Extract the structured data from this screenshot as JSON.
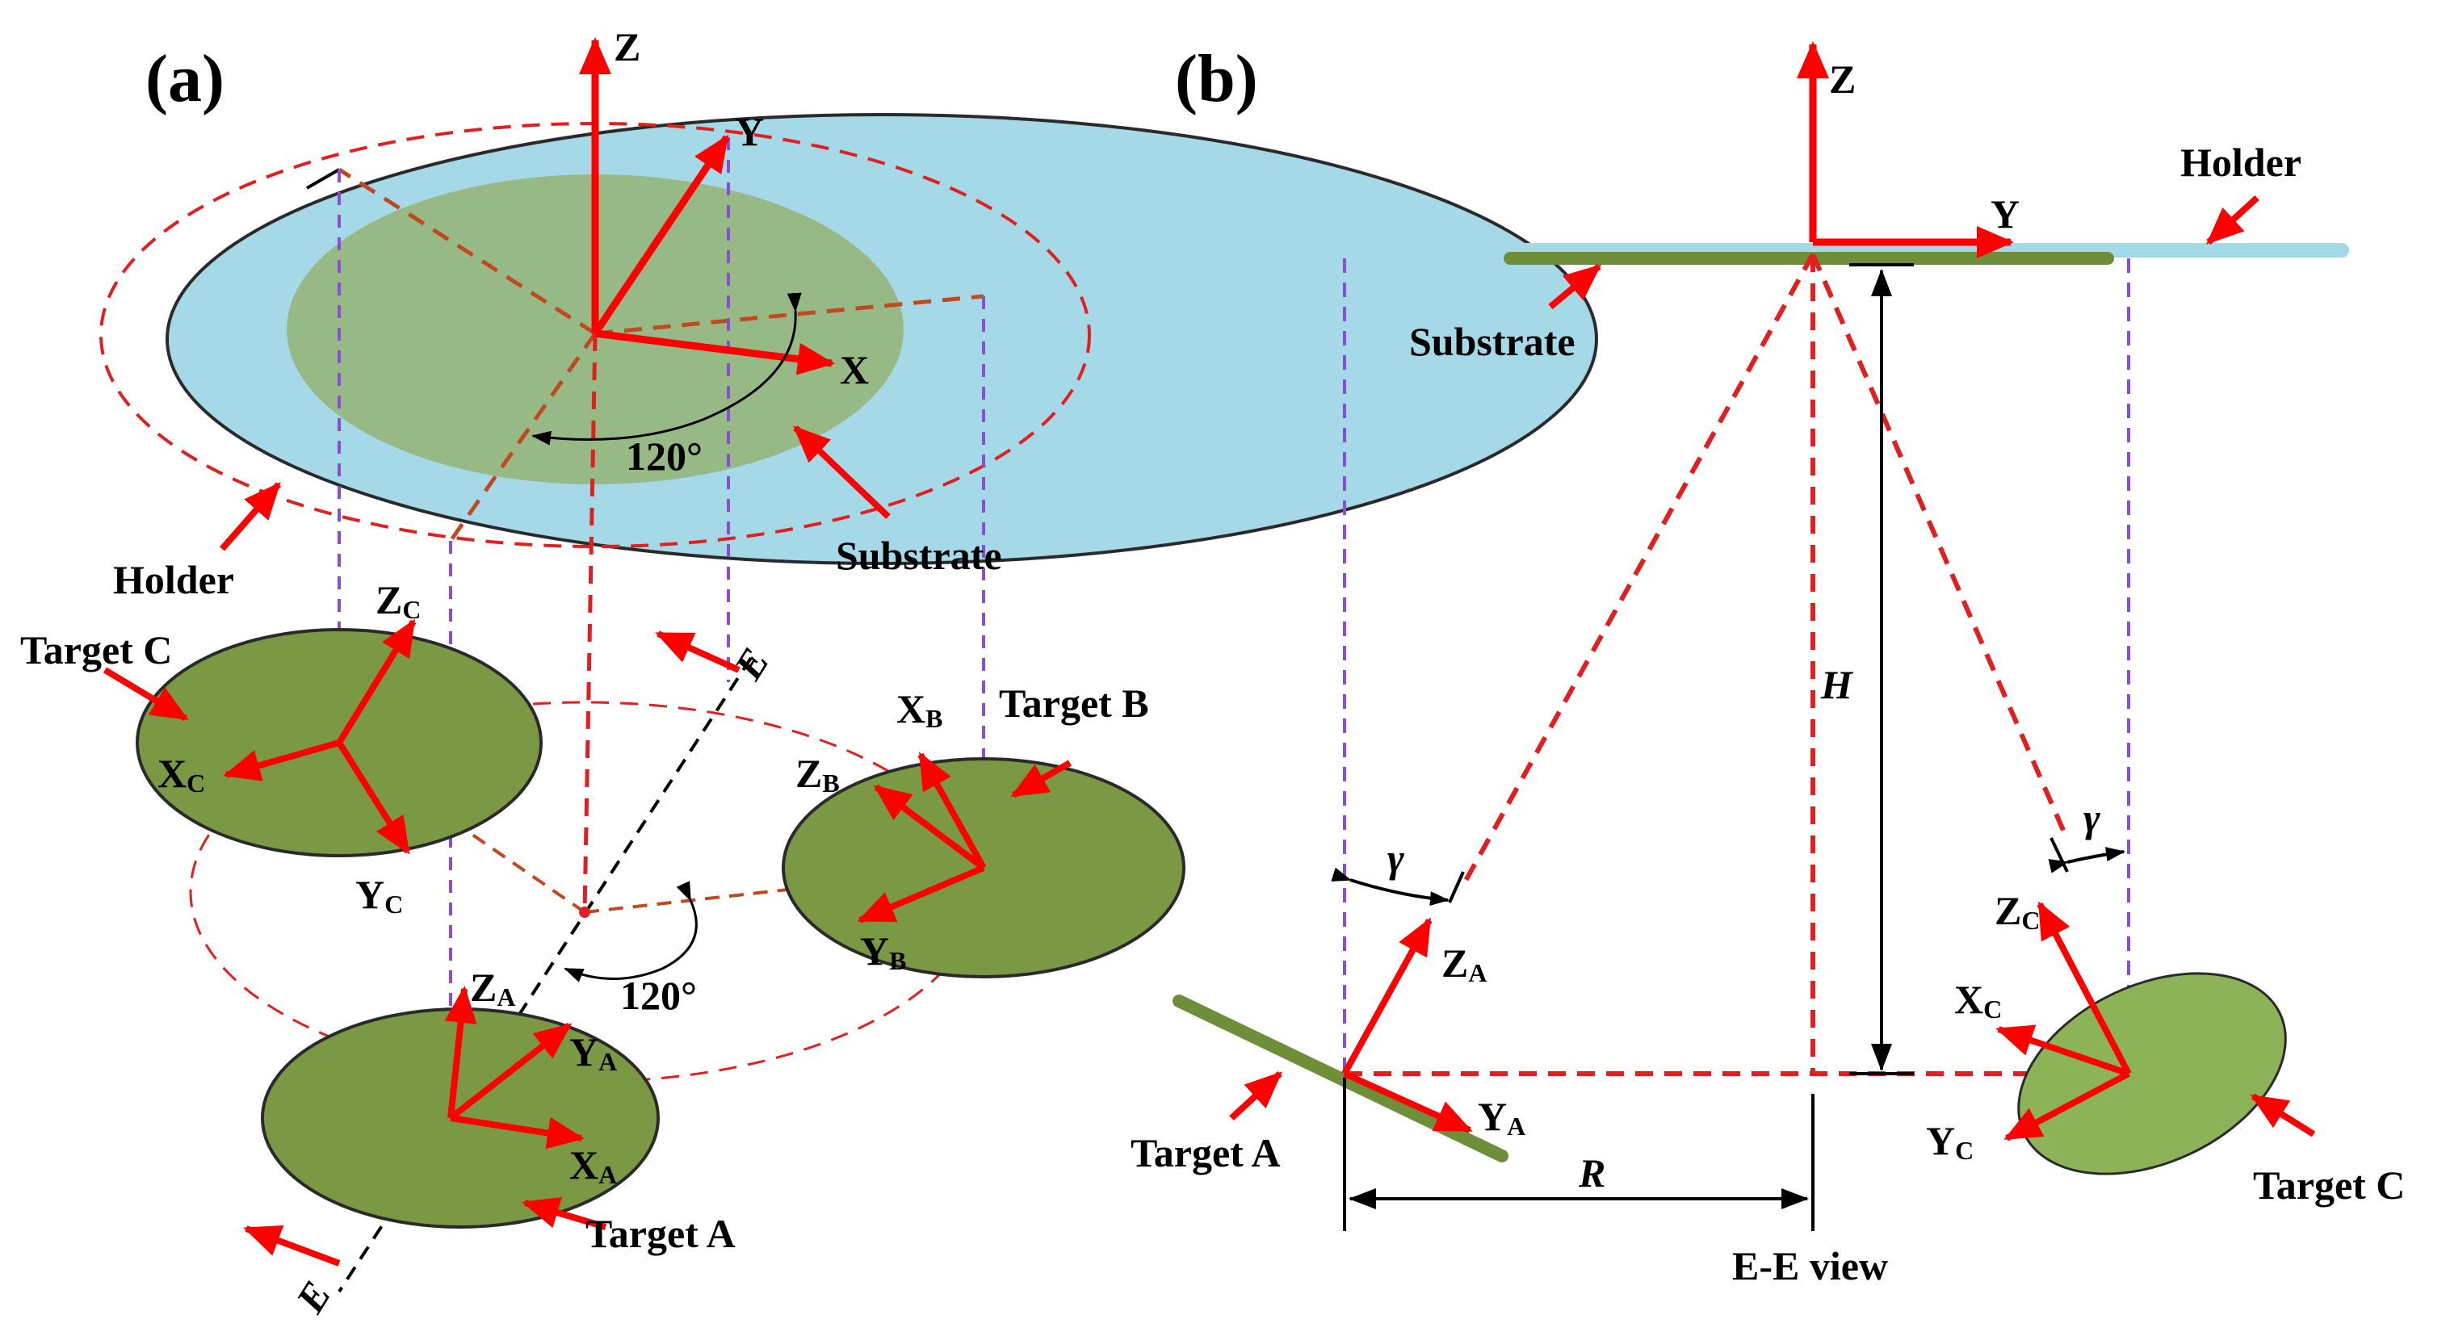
{
  "panel_a": {
    "label": "(a)",
    "axis_x": "X",
    "axis_y": "Y",
    "axis_z": "Z",
    "angle_top": "120°",
    "angle_bottom": "120°",
    "holder_label": "Holder",
    "substrate_label": "Substrate",
    "section_top": "E",
    "section_bottom": "E",
    "target_a": {
      "label": "Target A",
      "x": "X",
      "y": "Y",
      "z": "Z",
      "sub": "A"
    },
    "target_b": {
      "label": "Target B",
      "x": "X",
      "y": "Y",
      "z": "Z",
      "sub": "B"
    },
    "target_c": {
      "label": "Target C",
      "x": "X",
      "y": "Y",
      "z": "Z",
      "sub": "C"
    }
  },
  "panel_b": {
    "label": "(b)",
    "axis_y": "Y",
    "axis_z": "Z",
    "holder_label": "Holder",
    "substrate_label": "Substrate",
    "height_label": "H",
    "radius_label": "R",
    "gamma_left": "γ",
    "gamma_right": "γ",
    "view_label": "E-E view",
    "target_a": {
      "label": "Target A",
      "y": "Y",
      "z": "Z",
      "sub": "A"
    },
    "target_c": {
      "label": "Target C",
      "x": "X",
      "y": "Y",
      "z": "Z",
      "sub": "C"
    }
  },
  "colors": {
    "holder": "#a6d9e7",
    "substrate_a": "#97b986",
    "target_fill": "#7b9944",
    "target_c_b_fill": "#8db359",
    "substrate_bar": "#6f8e3a",
    "arrow": "#ff0000",
    "dashed_red": "#e02020",
    "dashed_purple": "#8a4fd0"
  }
}
